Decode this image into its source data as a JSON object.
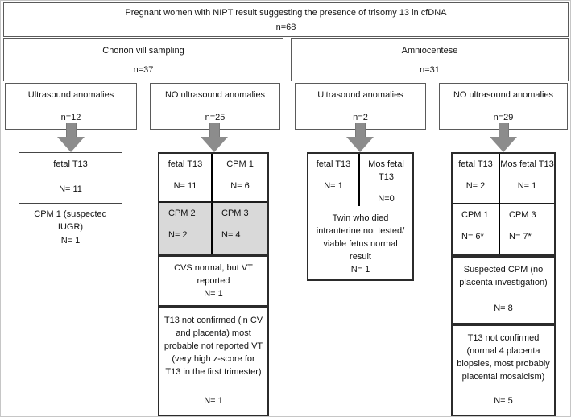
{
  "figure": {
    "root": {
      "label": "Pregnant women with NIPT result suggesting the presence of trisomy 13 in cfDNA",
      "n": "n=68"
    },
    "branches": [
      {
        "label": "Chorion vill sampling",
        "n": "n=37"
      },
      {
        "label": "Amniocentese",
        "n": "n=31"
      }
    ],
    "subgroups": [
      {
        "label": "Ultrasound anomalies",
        "n": "n=12"
      },
      {
        "label": "NO ultrasound anomalies",
        "n": "n=25"
      },
      {
        "label": "Ultrasound anomalies",
        "n": "n=2"
      },
      {
        "label": "NO ultrasound anomalies",
        "n": "n=29"
      }
    ],
    "columns": [
      {
        "id": "cvs-ultrasound-anomalies",
        "boxes": [
          {
            "label": "fetal T13",
            "n": "N= 11"
          },
          {
            "label": "CPM 1 (suspected IUGR)",
            "n": "N= 1"
          }
        ]
      },
      {
        "id": "cvs-no-ultrasound-anomalies",
        "cells": [
          {
            "label": "fetal T13",
            "n": "N= 11"
          },
          {
            "label": "CPM 1",
            "n": "N= 6"
          },
          {
            "label": "CPM 2",
            "n": "N= 2"
          },
          {
            "label": "CPM 3",
            "n": "N= 4"
          }
        ],
        "boxes": [
          {
            "label": "CVS normal, but VT reported",
            "n": "N= 1"
          },
          {
            "label": "T13 not confirmed (in CV and placenta) most probable not reported VT (very high z-score for T13 in the first trimester)",
            "n": "N= 1"
          }
        ]
      },
      {
        "id": "amnio-ultrasound-anomalies",
        "cells": [
          {
            "label": "fetal T13",
            "n": "N= 1"
          },
          {
            "label": "Mos fetal T13",
            "n": "N=0"
          }
        ],
        "boxes": [
          {
            "label": "Twin who died intrauterine not tested/ viable fetus normal result",
            "n": "N= 1"
          }
        ]
      },
      {
        "id": "amnio-no-ultrasound-anomalies",
        "cells": [
          {
            "label": "fetal T13",
            "n": "N= 2"
          },
          {
            "label": "Mos fetal T13",
            "n": "N= 1"
          },
          {
            "label": "CPM 1",
            "n": "N= 6*"
          },
          {
            "label": "CPM 3",
            "n": "N= 7*"
          }
        ],
        "boxes": [
          {
            "label": "Suspected CPM (no placenta investigation)",
            "n": "N= 8"
          },
          {
            "label": "T13 not confirmed (normal 4 placenta biopsies, most probably placental mosaicism)",
            "n": "N= 5"
          }
        ]
      }
    ],
    "colors": {
      "shaded_cell_bg": "#d9d9d9",
      "arrow_gray": "#8c8c8c",
      "box_border_dark": "#2b2b2b",
      "box_border_light": "#5a5a5a"
    }
  }
}
